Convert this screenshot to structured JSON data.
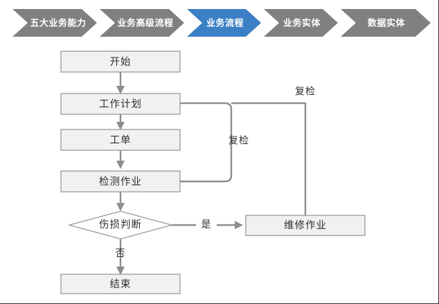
{
  "breadcrumb": {
    "active_color": "#3b7fc4",
    "inactive_color": "#808080",
    "items": [
      {
        "label": "五大业务能力",
        "active": false
      },
      {
        "label": "业务高级流程",
        "active": false
      },
      {
        "label": "业务流程",
        "active": true
      },
      {
        "label": "业务实体",
        "active": false
      },
      {
        "label": "数据实体",
        "active": false
      }
    ]
  },
  "diagram": {
    "type": "flowchart",
    "title": "业务流程",
    "node_fill": "#f1f1f1",
    "node_stroke": "#999999",
    "edge_color": "#8d8d8d",
    "nodes": [
      {
        "id": "start",
        "label": "开始",
        "shape": "rect"
      },
      {
        "id": "workplan",
        "label": "工作计划",
        "shape": "rect"
      },
      {
        "id": "workorder",
        "label": "工单",
        "shape": "rect"
      },
      {
        "id": "inspection",
        "label": "检测作业",
        "shape": "rect"
      },
      {
        "id": "decision",
        "label": "伤损判断",
        "shape": "diamond"
      },
      {
        "id": "repair",
        "label": "维修作业",
        "shape": "rect"
      },
      {
        "id": "end",
        "label": "结束",
        "shape": "rect"
      }
    ],
    "edges": [
      {
        "from": "start",
        "to": "workplan",
        "label": ""
      },
      {
        "from": "workplan",
        "to": "workorder",
        "label": ""
      },
      {
        "from": "workorder",
        "to": "inspection",
        "label": ""
      },
      {
        "from": "inspection",
        "to": "decision",
        "label": ""
      },
      {
        "from": "decision",
        "to": "repair",
        "label": "是"
      },
      {
        "from": "decision",
        "to": "end",
        "label": "否"
      },
      {
        "from": "inspection",
        "to": "workplan",
        "label": "复检"
      },
      {
        "from": "repair",
        "to": "workplan",
        "label": "复检"
      }
    ],
    "labels": {
      "yes": "是",
      "no": "否",
      "recheck_inner": "复检",
      "recheck_outer": "复检"
    }
  }
}
